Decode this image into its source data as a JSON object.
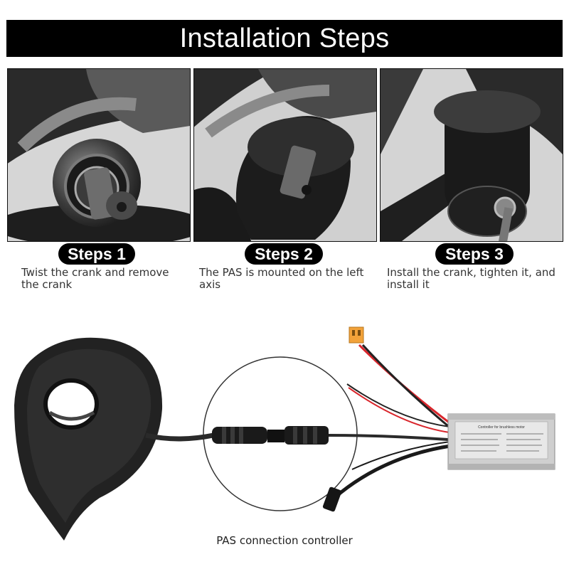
{
  "title": "Installation Steps",
  "steps": [
    {
      "label": "Steps 1",
      "text": "Twist the crank and remove the crank"
    },
    {
      "label": "Steps 2",
      "text": "The PAS is mounted on the left axis"
    },
    {
      "label": "Steps 3",
      "text": "Install the crank, tighten it, and install it"
    }
  ],
  "caption": "PAS connection controller",
  "controller_label": "Controller for brushless motor",
  "colors": {
    "title_bg": "#000000",
    "badge_bg": "#000000",
    "connector": "#f2a23a",
    "wire_red": "#d9262c"
  }
}
